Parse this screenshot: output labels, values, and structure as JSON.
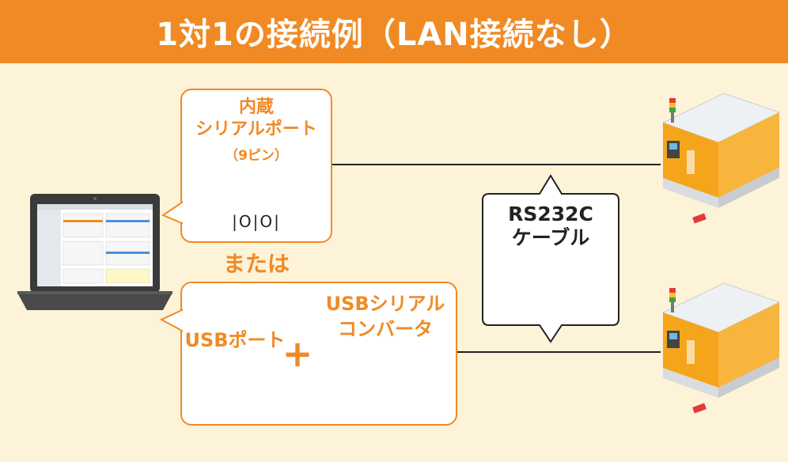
{
  "title": "1対1の接続例（LAN接続なし）",
  "builtin_serial": {
    "line1": "内蔵",
    "line2": "シリアルポート",
    "line3": "（9ピン）",
    "pin_label": "|O|O|"
  },
  "or_label": "または",
  "usb_port_label": "USBポート",
  "plus": "+",
  "converter": {
    "line1": "USBシリアル",
    "line2": "コンバータ"
  },
  "cable": {
    "line1": "RS232C",
    "line2": "ケーブル"
  },
  "colors": {
    "accent": "#f08a24",
    "background": "#fdf3d8",
    "machine_body": "#f4a51c",
    "machine_top": "#e9edf0"
  }
}
